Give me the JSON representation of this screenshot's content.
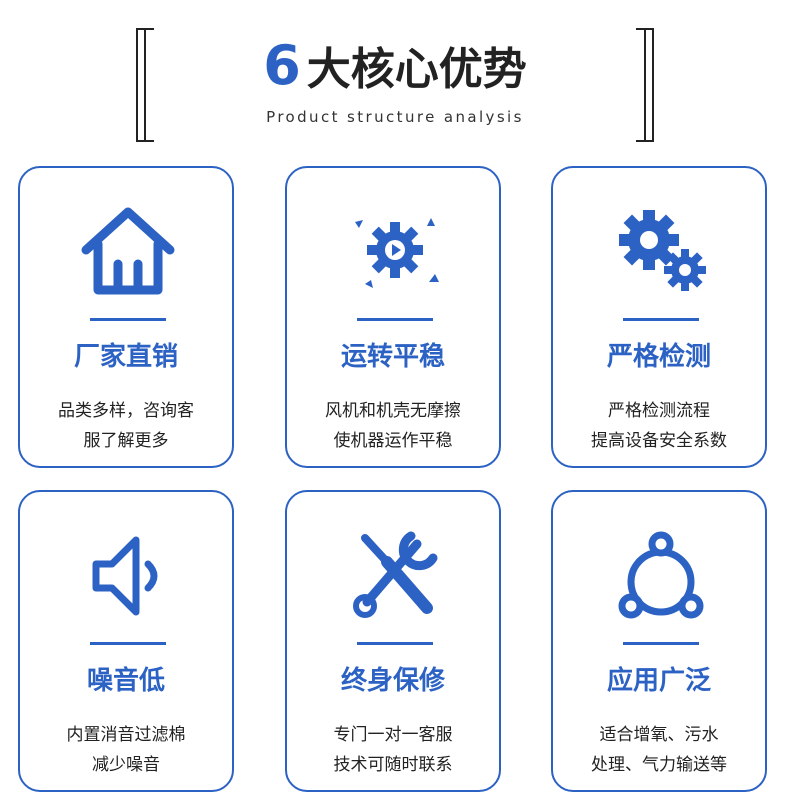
{
  "header": {
    "number": "6",
    "title": "大核心优势",
    "subtitle": "Product structure analysis"
  },
  "accent": "#2c62c4",
  "cards": [
    {
      "icon": "home-icon",
      "title": "厂家直销",
      "lines": [
        "品类多样，咨询客",
        "服了解更多"
      ]
    },
    {
      "icon": "gear-play-icon",
      "title": "运转平稳",
      "lines": [
        "风机和机壳无摩擦",
        "使机器运作平稳"
      ]
    },
    {
      "icon": "gears-icon",
      "title": "严格检测",
      "lines": [
        "严格检测流程",
        "提高设备安全系数"
      ]
    },
    {
      "icon": "speaker-icon",
      "title": "噪音低",
      "lines": [
        "内置消音过滤棉",
        "减少噪音"
      ]
    },
    {
      "icon": "tools-icon",
      "title": "终身保修",
      "lines": [
        "专门一对一客服",
        "技术可随时联系"
      ]
    },
    {
      "icon": "share-icon",
      "title": "应用广泛",
      "lines": [
        "适合增氧、污水",
        "处理、气力输送等"
      ]
    }
  ]
}
